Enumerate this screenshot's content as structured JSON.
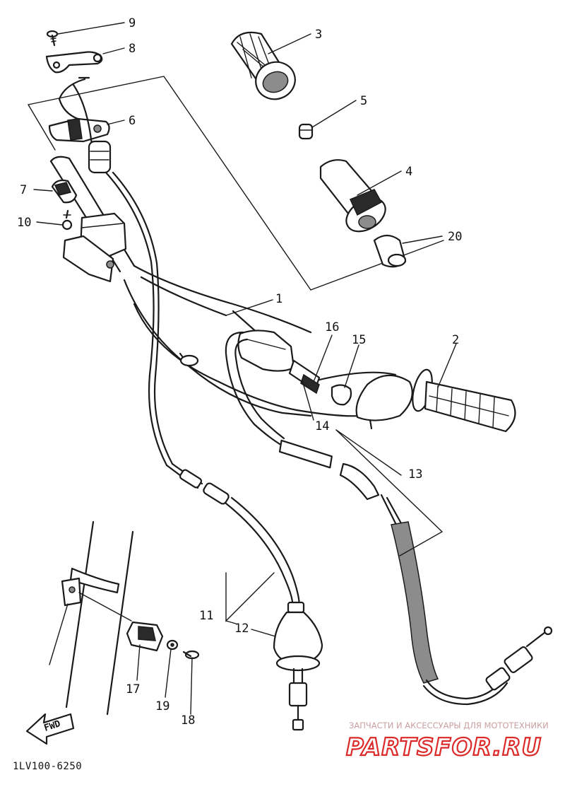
{
  "diagram": {
    "callouts": [
      "9",
      "8",
      "3",
      "6",
      "5",
      "4",
      "7",
      "10",
      "20",
      "1",
      "16",
      "15",
      "2",
      "14",
      "13",
      "11",
      "12",
      "17",
      "19",
      "18"
    ],
    "fwd_label": "FWD",
    "diagram_code": "1LV100-6250"
  },
  "watermark": {
    "caption": "ЗАПЧАСТИ И АКСЕССУАРЫ ДЛЯ МОТОТЕХНИКИ",
    "brand": "PARTSFOR.RU"
  },
  "colors": {
    "ink": "#1a1a1a",
    "watermark_red": "#dc2a2a",
    "watermark_caption": "#c9a0a0"
  }
}
